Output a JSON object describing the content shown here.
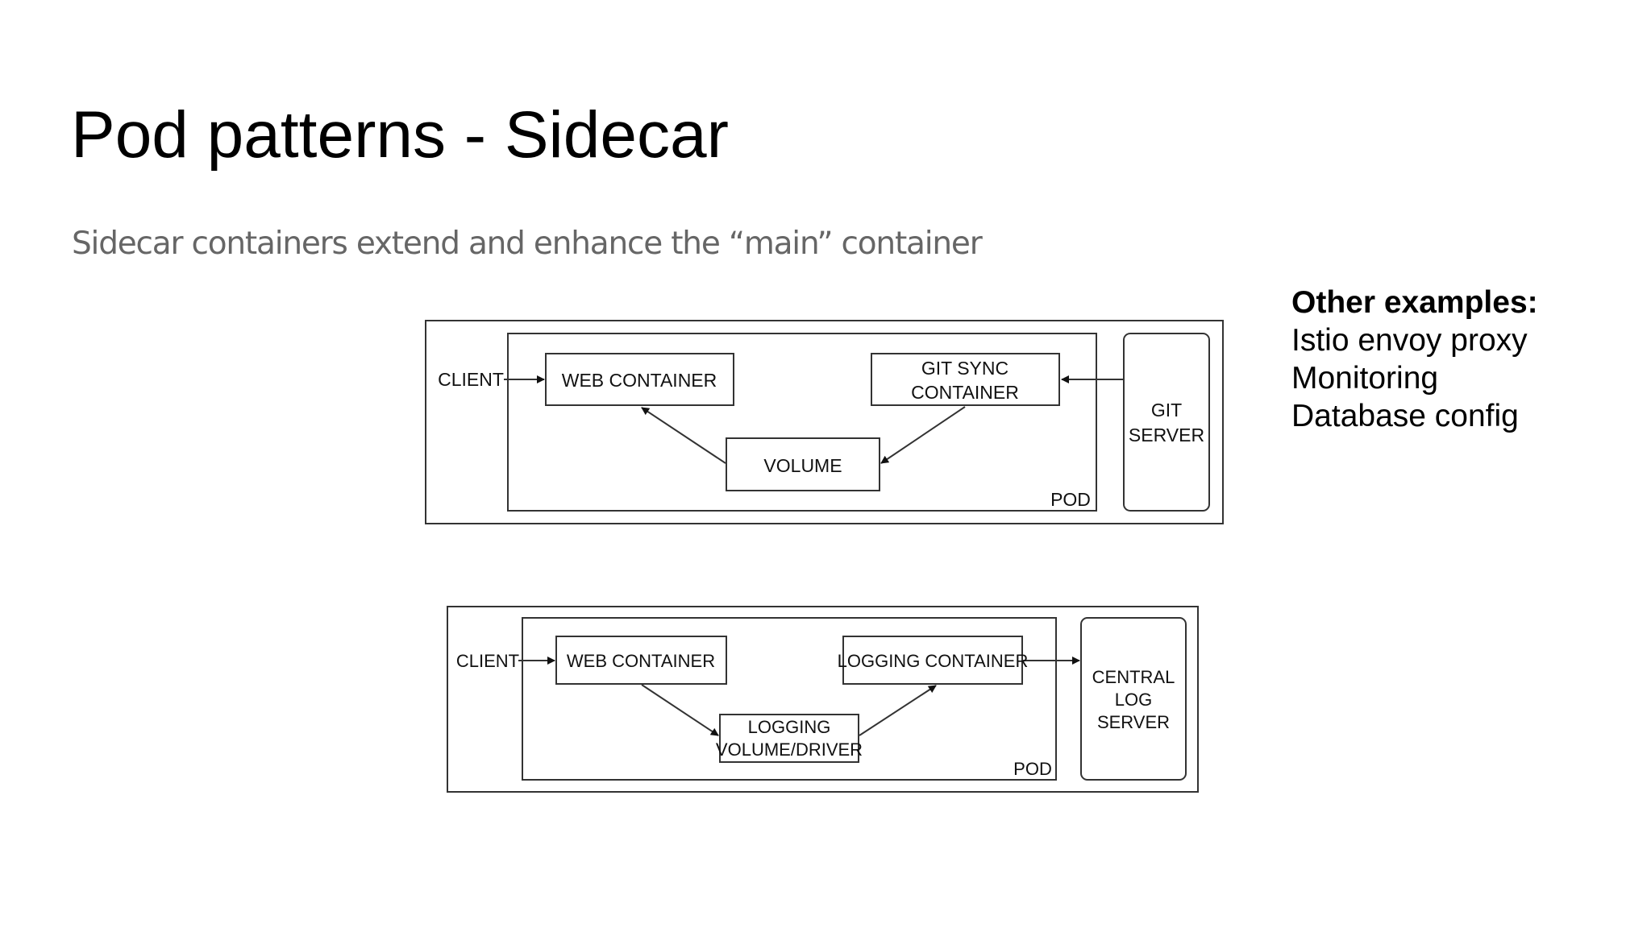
{
  "slide": {
    "title": "Pod patterns - Sidecar",
    "subtitle": "Sidecar containers extend and enhance the “main” container"
  },
  "examples": {
    "heading": "Other examples:",
    "items": [
      "Istio envoy proxy",
      "Monitoring",
      "Database config"
    ]
  },
  "diagram1": {
    "client": "CLIENT",
    "web_container": "WEB CONTAINER",
    "git_sync_line1": "GIT SYNC",
    "git_sync_line2": "CONTAINER",
    "volume": "VOLUME",
    "pod": "POD",
    "git_server_line1": "GIT",
    "git_server_line2": "SERVER"
  },
  "diagram2": {
    "client": "CLIENT",
    "web_container": "WEB CONTAINER",
    "logging_container": "LOGGING CONTAINER",
    "logging_volume_line1": "LOGGING",
    "logging_volume_line2": "VOLUME/DRIVER",
    "pod": "POD",
    "log_server_line1": "CENTRAL",
    "log_server_line2": "LOG",
    "log_server_line3": "SERVER"
  },
  "colors": {
    "subtitle": "#666666",
    "stroke": "#333333"
  }
}
